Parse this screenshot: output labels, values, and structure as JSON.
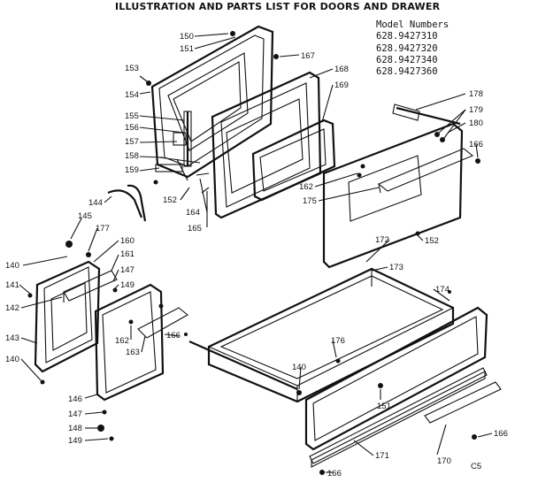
{
  "title": "ILLUSTRATION AND PARTS LIST FOR DOORS AND DRAWER",
  "models": {
    "heading": "Model Numbers",
    "numbers": [
      "628.9427310",
      "628.9427320",
      "628.9427340",
      "628.9427360"
    ]
  },
  "callouts": {
    "c150": "150",
    "c151a": "151",
    "c167": "167",
    "c168": "168",
    "c169": "169",
    "c153": "153",
    "c154": "154",
    "c155": "155",
    "c156": "156",
    "c157": "157",
    "c158": "158",
    "c159": "159",
    "c152a": "152",
    "c164": "164",
    "c165": "165",
    "c144": "144",
    "c145": "145",
    "c177": "177",
    "c160": "160",
    "c161": "161",
    "c140a": "140",
    "c147a": "147",
    "c141": "141",
    "c149a": "149",
    "c142": "142",
    "c143": "143",
    "c140b": "140",
    "c146": "146",
    "c147b": "147",
    "c148": "148",
    "c149b": "149",
    "c162a": "162",
    "c163": "163",
    "c166a": "166",
    "c178": "178",
    "c179": "179",
    "c180": "180",
    "c166b": "166",
    "c162b": "162",
    "c175": "175",
    "c172": "172",
    "c152b": "152",
    "c173": "173",
    "c174": "174",
    "c176": "176",
    "c140c": "140",
    "c151b": "151",
    "c166c": "166",
    "c171": "171",
    "c170": "170",
    "c166d": "166",
    "code": "C5"
  }
}
